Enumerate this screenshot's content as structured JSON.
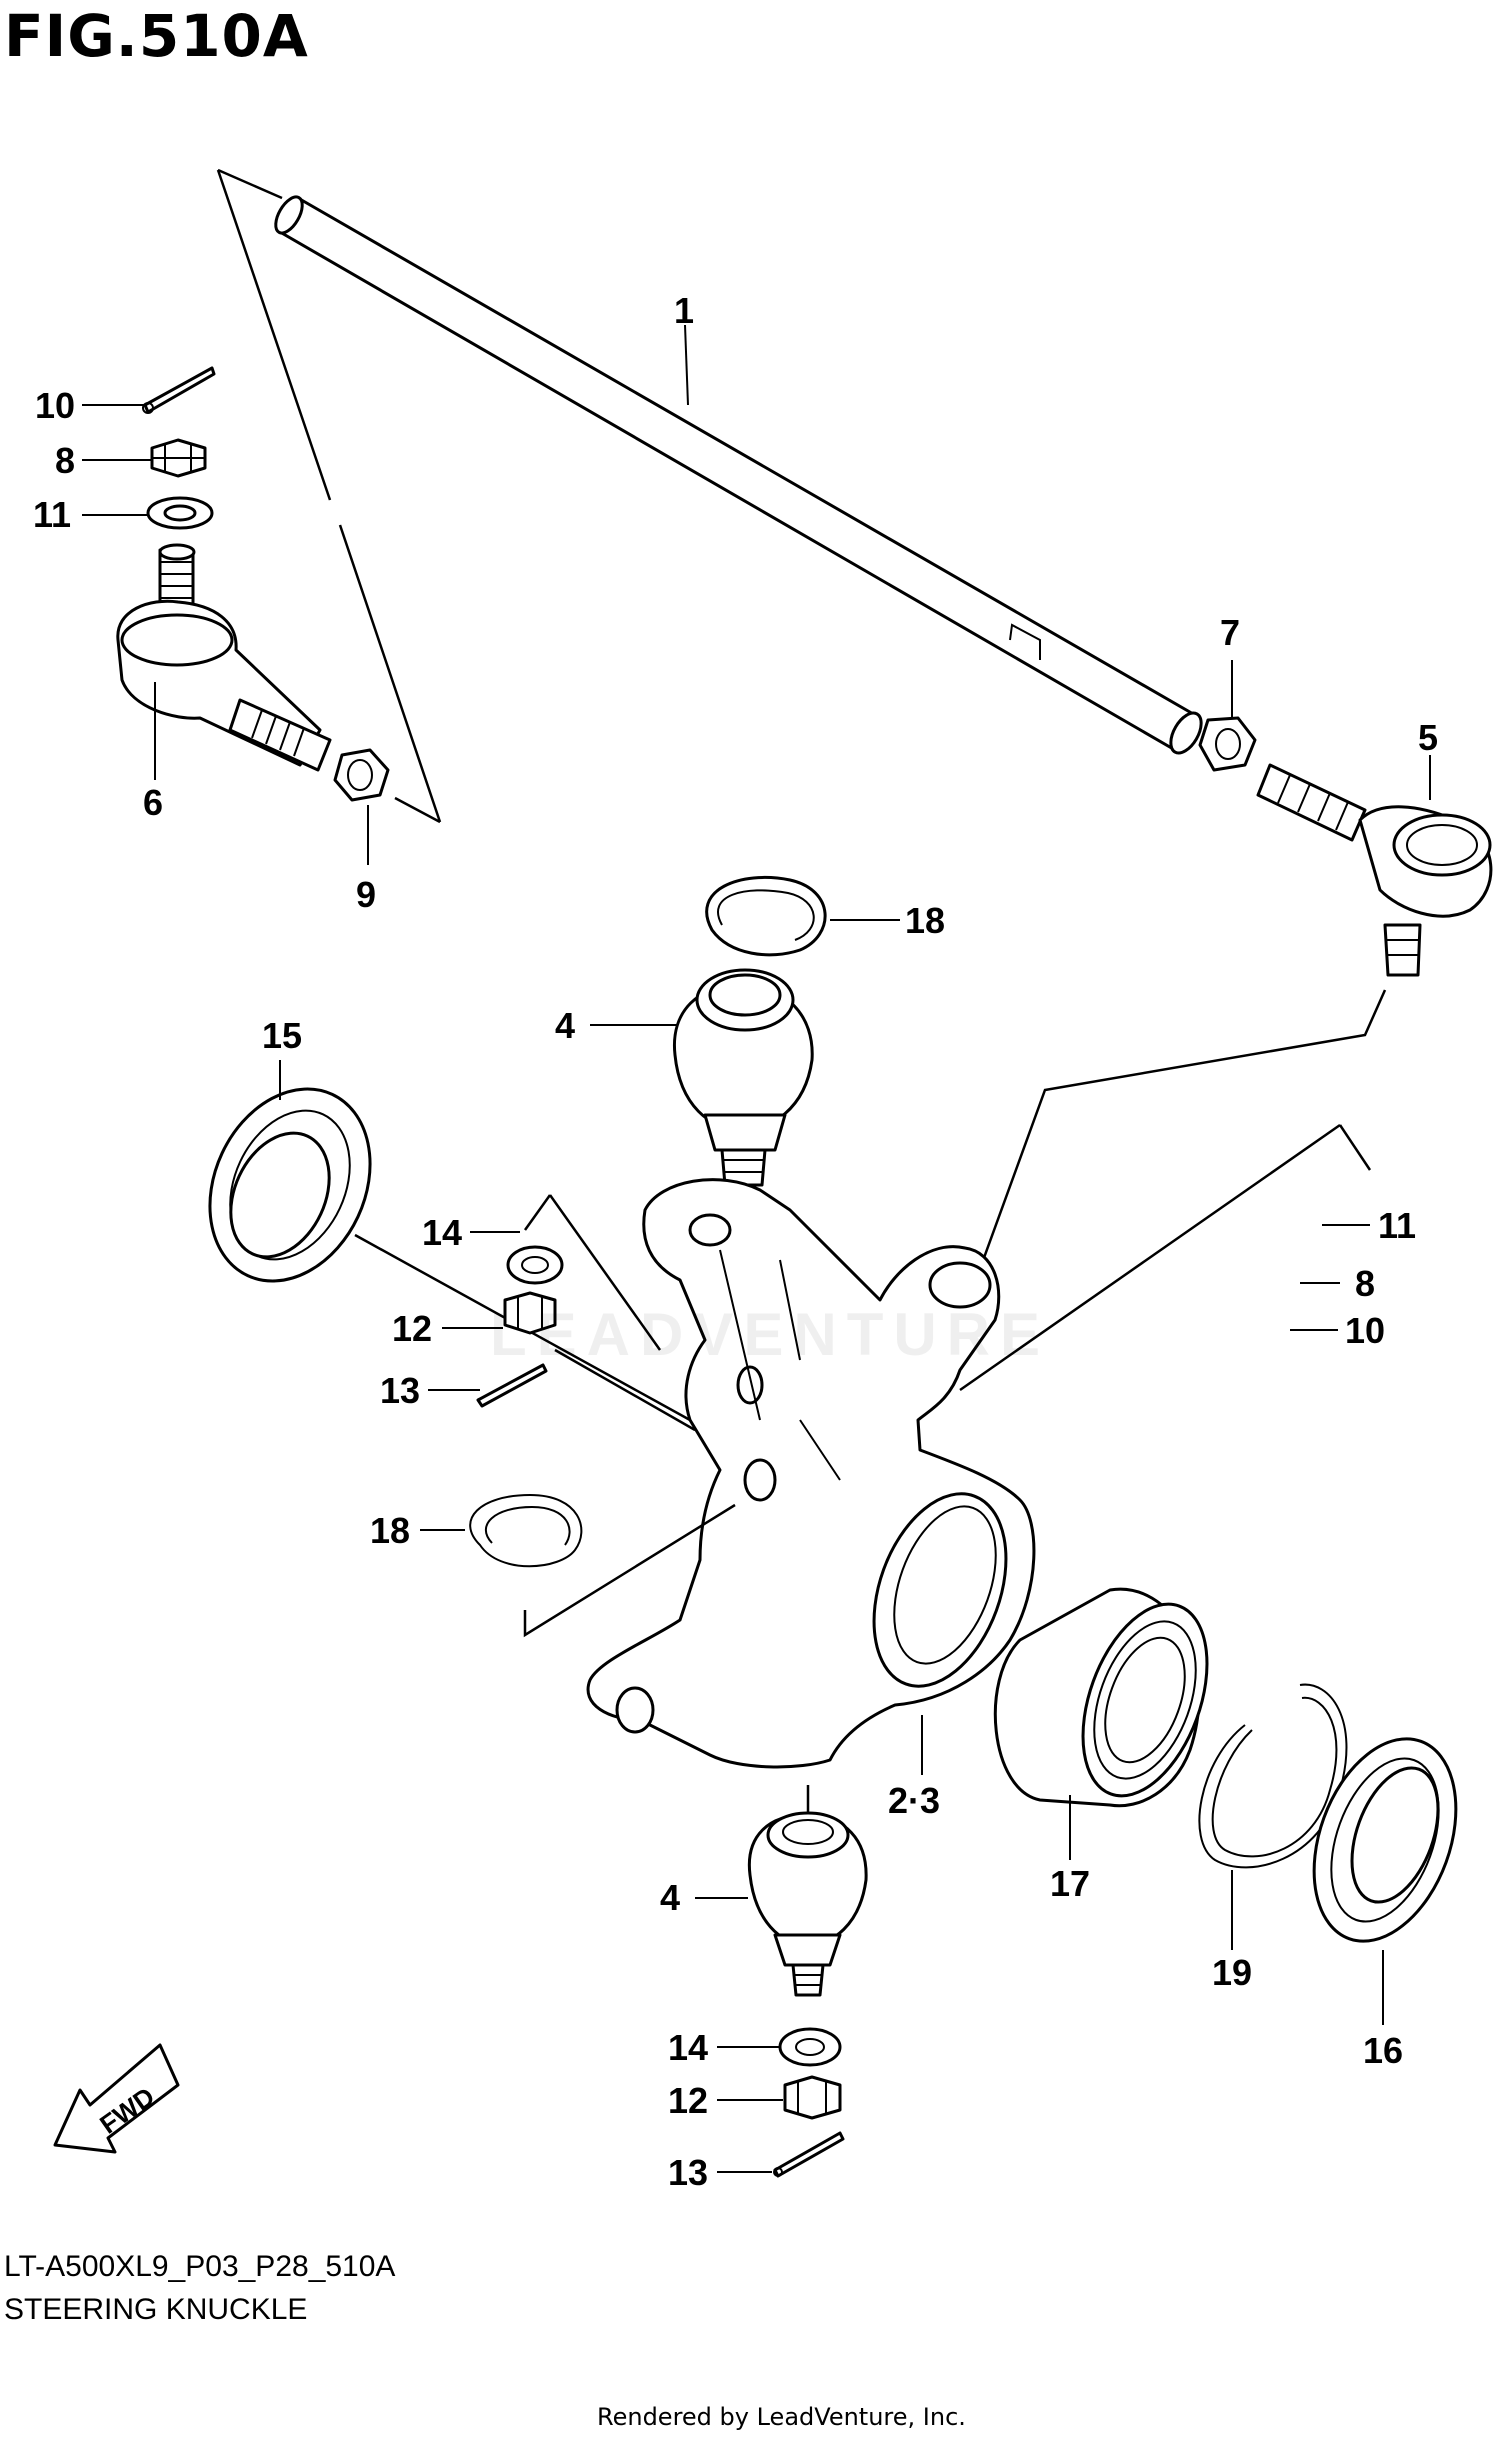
{
  "figure_title": "FIG.510A",
  "model_code": "LT-A500XL9_P03_P28_510A",
  "caption": "STEERING KNUCKLE",
  "render_credit": "Rendered by LeadVenture, Inc.",
  "watermark": "LEADVENTURE",
  "fwd_label": "FWD",
  "callouts": [
    {
      "id": "c1",
      "label": "1"
    },
    {
      "id": "c10a",
      "label": "10"
    },
    {
      "id": "c8a",
      "label": "8"
    },
    {
      "id": "c11a",
      "label": "11"
    },
    {
      "id": "c6",
      "label": "6"
    },
    {
      "id": "c9",
      "label": "9"
    },
    {
      "id": "c7",
      "label": "7"
    },
    {
      "id": "c5",
      "label": "5"
    },
    {
      "id": "c18a",
      "label": "18"
    },
    {
      "id": "c4a",
      "label": "4"
    },
    {
      "id": "c15",
      "label": "15"
    },
    {
      "id": "c14a",
      "label": "14"
    },
    {
      "id": "c12a",
      "label": "12"
    },
    {
      "id": "c13a",
      "label": "13"
    },
    {
      "id": "c11b",
      "label": "11"
    },
    {
      "id": "c8b",
      "label": "8"
    },
    {
      "id": "c10b",
      "label": "10"
    },
    {
      "id": "c18b",
      "label": "18"
    },
    {
      "id": "c23",
      "label": "2·3"
    },
    {
      "id": "c17",
      "label": "17"
    },
    {
      "id": "c4b",
      "label": "4"
    },
    {
      "id": "c19",
      "label": "19"
    },
    {
      "id": "c16",
      "label": "16"
    },
    {
      "id": "c14b",
      "label": "14"
    },
    {
      "id": "c12b",
      "label": "12"
    },
    {
      "id": "c13b",
      "label": "13"
    }
  ]
}
